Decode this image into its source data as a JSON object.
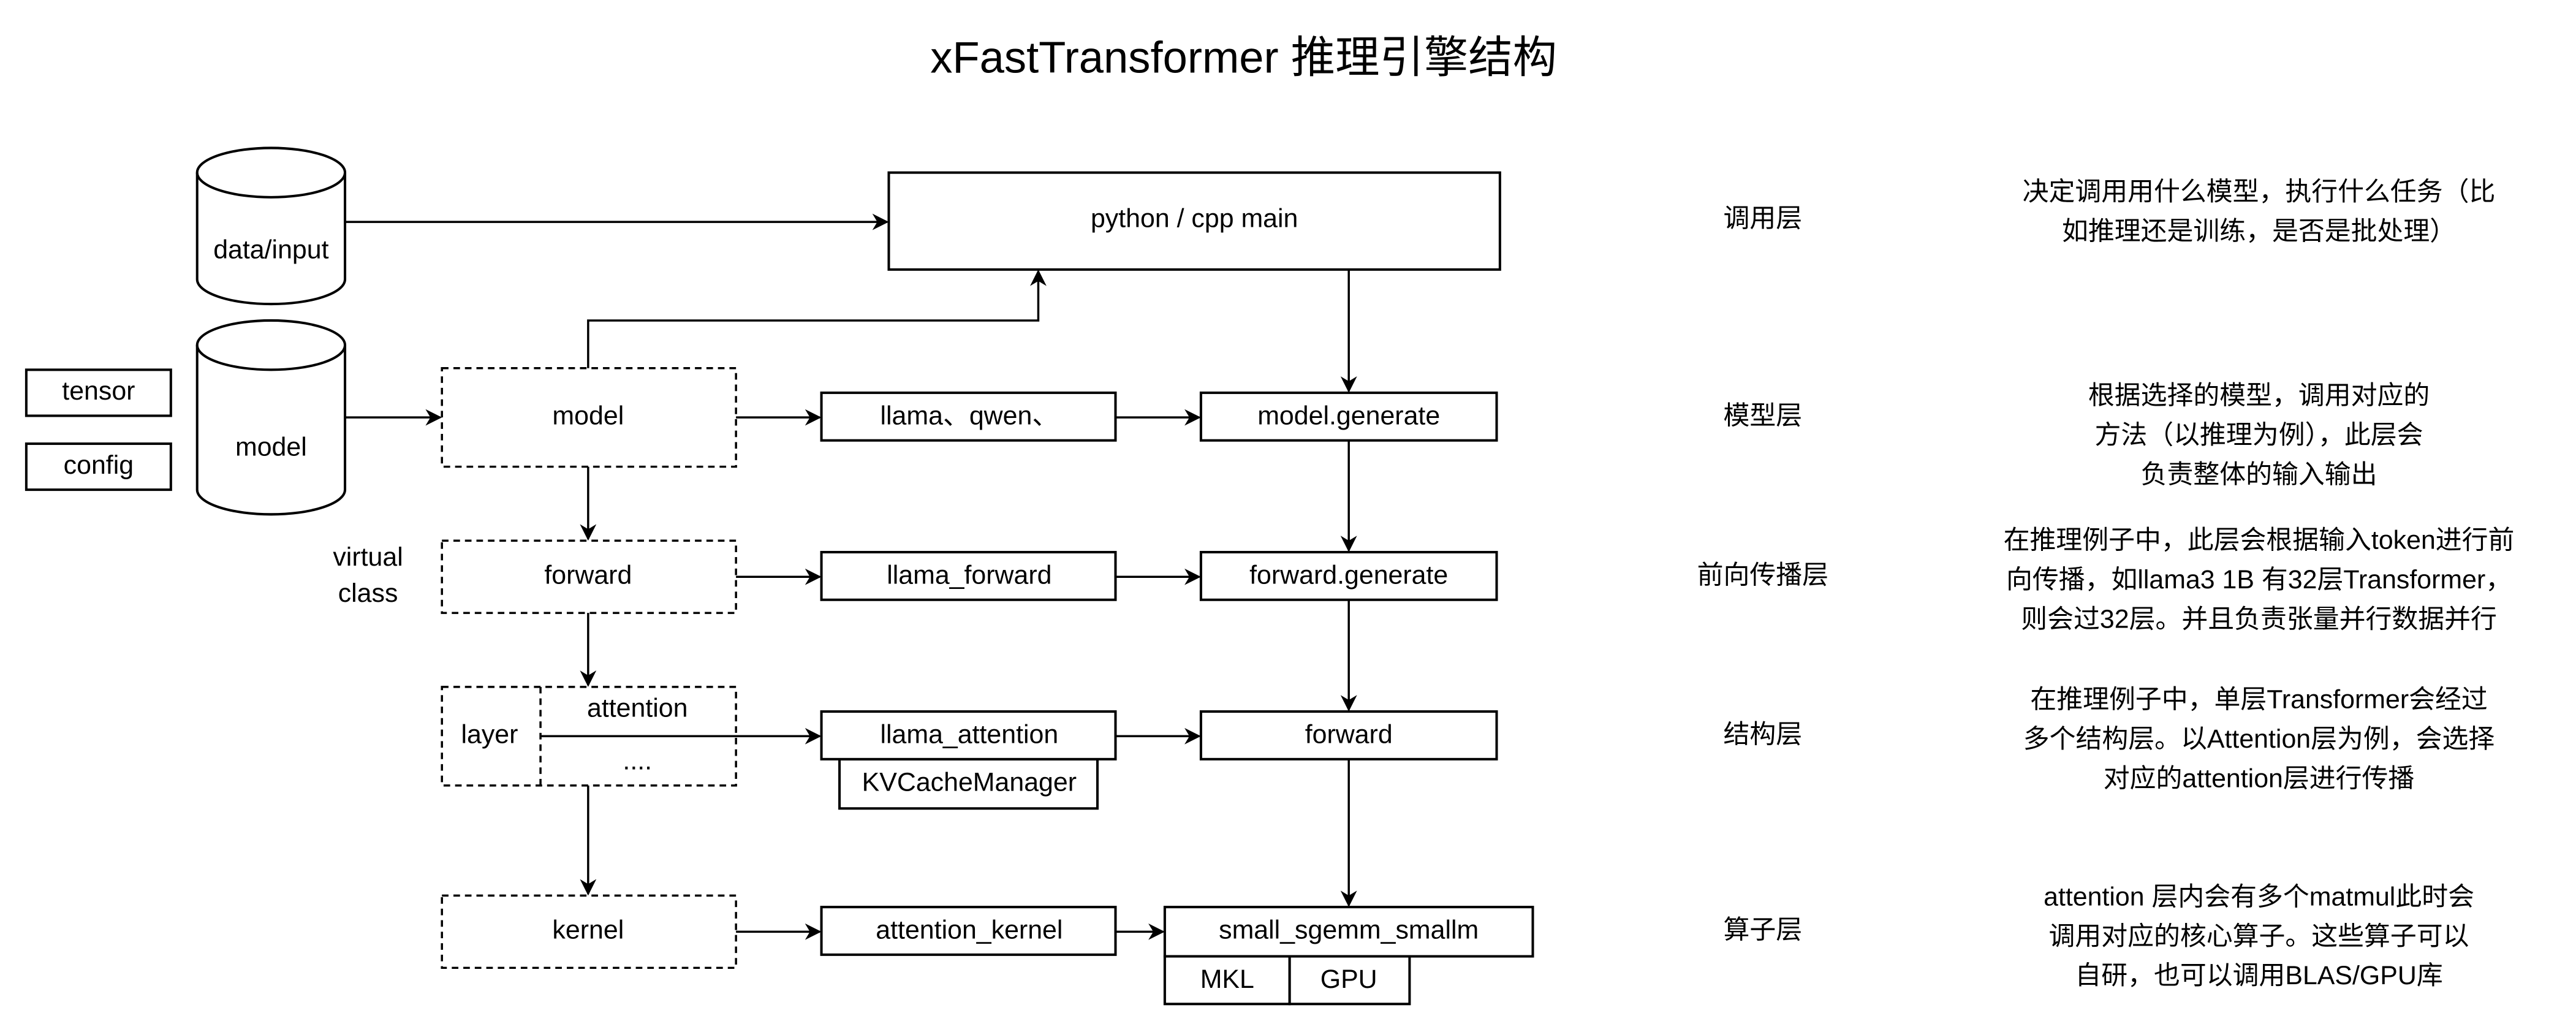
{
  "title": "xFastTransformer 推理引擎结构",
  "inputs": {
    "data_input": "data/input",
    "model_db": "model",
    "tensor": "tensor",
    "config": "config",
    "virtual_class_line1": "virtual",
    "virtual_class_line2": "class"
  },
  "main": "python / cpp main",
  "abstract": {
    "model": "model",
    "forward": "forward",
    "layer": "layer",
    "attention": "attention",
    "ellipsis": "....",
    "kernel": "kernel"
  },
  "impl": {
    "models": "llama、qwen、",
    "llama_forward": "llama_forward",
    "llama_attention": "llama_attention",
    "kvcache": "KVCacheManager",
    "attention_kernel": "attention_kernel"
  },
  "generic": {
    "model_generate": "model.generate",
    "forward_generate": "forward.generate",
    "forward": "forward",
    "sgemm": "small_sgemm_smallm",
    "mkl": "MKL",
    "gpu": "GPU"
  },
  "layers": [
    {
      "name": "调用层",
      "desc": [
        "决定调用用什么模型，执行什么任务（比",
        "如推理还是训练，是否是批处理）"
      ]
    },
    {
      "name": "模型层",
      "desc": [
        "根据选择的模型，调用对应的",
        "方法（以推理为例），此层会",
        "负责整体的输入输出"
      ]
    },
    {
      "name": "前向传播层",
      "desc": [
        "在推理例子中，此层会根据输入token进行前",
        "向传播，如llama3 1B 有32层Transformer，",
        "则会过32层。并且负责张量并行数据并行"
      ]
    },
    {
      "name": "结构层",
      "desc": [
        "在推理例子中，单层Transformer会经过",
        "多个结构层。以Attention层为例，会选择",
        "对应的attention层进行传播"
      ]
    },
    {
      "name": "算子层",
      "desc": [
        "attention 层内会有多个matmul此时会",
        "调用对应的核心算子。这些算子可以",
        "自研，也可以调用BLAS/GPU库"
      ]
    }
  ]
}
